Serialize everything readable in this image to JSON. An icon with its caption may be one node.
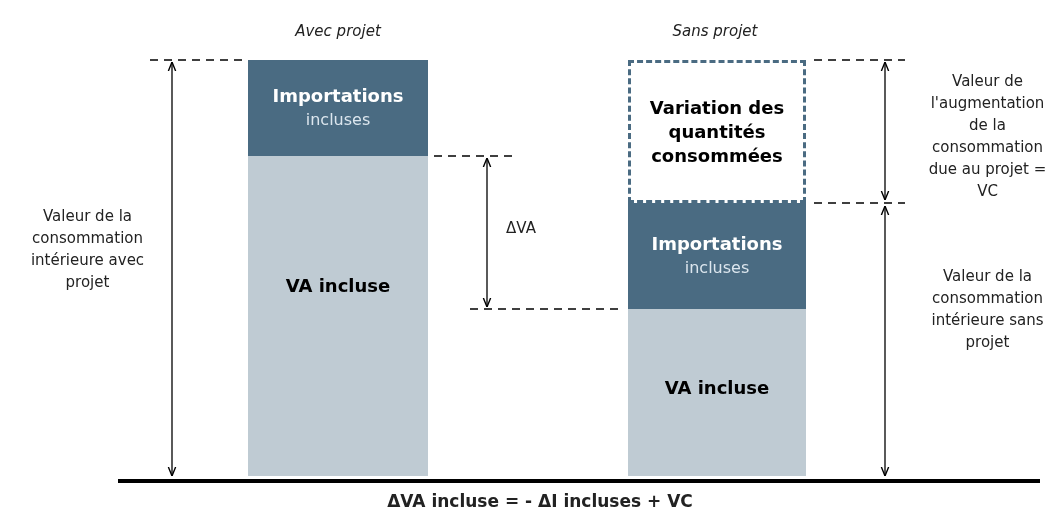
{
  "diagram": {
    "caption": "ΔVA incluse = - ΔI incluses + VC",
    "nodes": [
      {
        "text": [
          "Importations",
          "incluses"
        ]
      },
      {
        "text": [
          "VA incluse"
        ]
      },
      {
        "text": [
          "Variation des quantités consommées"
        ]
      },
      {
        "text": [
          "Importations",
          "incluses"
        ]
      },
      {
        "text": [
          "VA incluse"
        ]
      }
    ],
    "labels": [
      "Avec projet",
      "Sans projet",
      "Valeur de la consommation intérieure avec projet",
      "ΔVA",
      "Valeur de l'augmentation de la consommation due au projet = VC",
      "Valeur de la consommation intérieure sans projet"
    ]
  }
}
